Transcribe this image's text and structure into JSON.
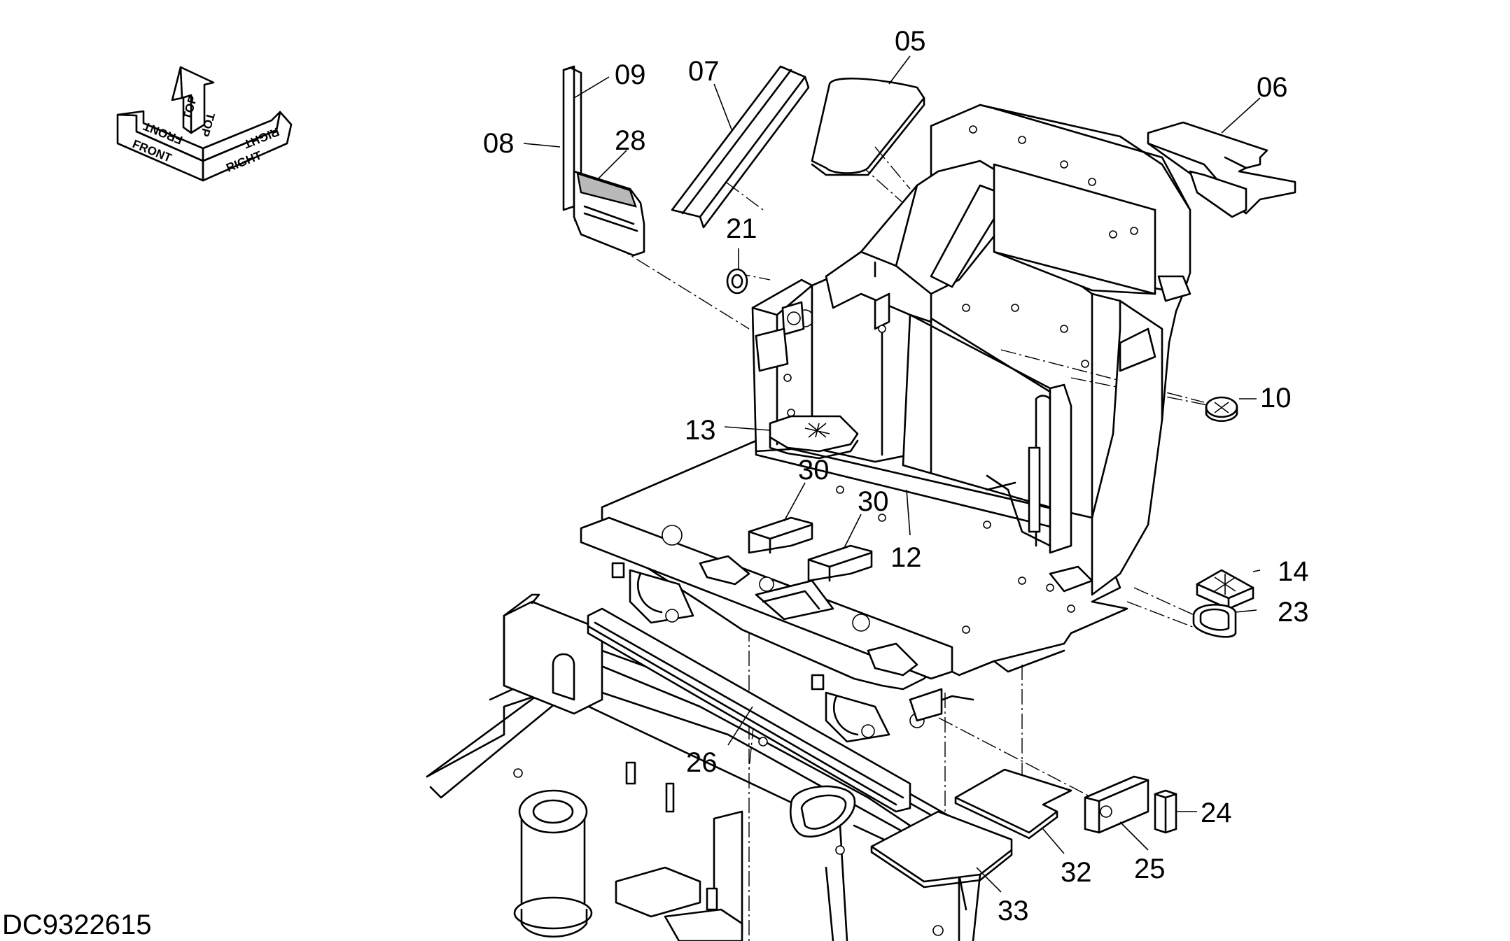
{
  "drawing_code": "DC9322615",
  "orientation": {
    "front": "FRONT",
    "top": "TOP",
    "right": "RIGHT"
  },
  "parts": [
    {
      "id": "p05",
      "label": "05"
    },
    {
      "id": "p06",
      "label": "06"
    },
    {
      "id": "p07",
      "label": "07"
    },
    {
      "id": "p08",
      "label": "08"
    },
    {
      "id": "p09",
      "label": "09"
    },
    {
      "id": "p10",
      "label": "10"
    },
    {
      "id": "p12",
      "label": "12"
    },
    {
      "id": "p13",
      "label": "13"
    },
    {
      "id": "p14",
      "label": "14"
    },
    {
      "id": "p21",
      "label": "21"
    },
    {
      "id": "p23",
      "label": "23"
    },
    {
      "id": "p24",
      "label": "24"
    },
    {
      "id": "p25",
      "label": "25"
    },
    {
      "id": "p26",
      "label": "26"
    },
    {
      "id": "p28",
      "label": "28"
    },
    {
      "id": "p30a",
      "label": "30"
    },
    {
      "id": "p30b",
      "label": "30"
    },
    {
      "id": "p32",
      "label": "32"
    },
    {
      "id": "p33",
      "label": "33"
    }
  ]
}
